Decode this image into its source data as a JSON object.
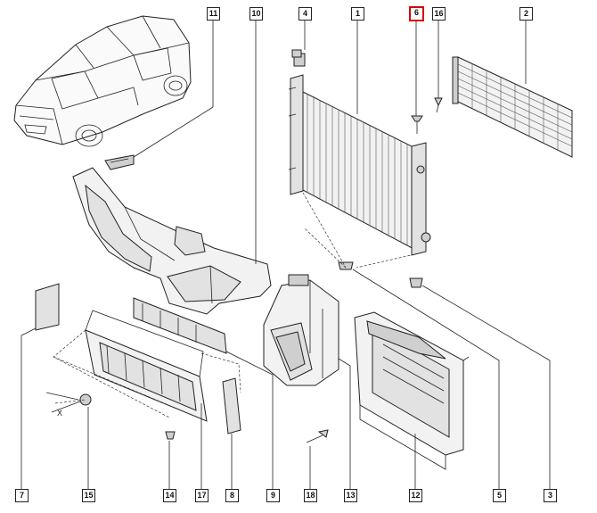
{
  "callouts": [
    {
      "id": "11",
      "label": "11",
      "highlight": false
    },
    {
      "id": "10",
      "label": "10",
      "highlight": false
    },
    {
      "id": "4",
      "label": "4",
      "highlight": false
    },
    {
      "id": "1",
      "label": "1",
      "highlight": false
    },
    {
      "id": "6",
      "label": "6",
      "highlight": true
    },
    {
      "id": "16",
      "label": "16",
      "highlight": false
    },
    {
      "id": "2",
      "label": "2",
      "highlight": false
    },
    {
      "id": "7",
      "label": "7",
      "highlight": false
    },
    {
      "id": "15",
      "label": "15",
      "highlight": false
    },
    {
      "id": "14",
      "label": "14",
      "highlight": false
    },
    {
      "id": "17",
      "label": "17",
      "highlight": false
    },
    {
      "id": "8",
      "label": "8",
      "highlight": false
    },
    {
      "id": "9",
      "label": "9",
      "highlight": false
    },
    {
      "id": "18",
      "label": "18",
      "highlight": false
    },
    {
      "id": "13",
      "label": "13",
      "highlight": false
    },
    {
      "id": "12",
      "label": "12",
      "highlight": false
    },
    {
      "id": "5",
      "label": "5",
      "highlight": false
    },
    {
      "id": "3",
      "label": "3",
      "highlight": false
    }
  ],
  "annotations": {
    "x_mark": "X"
  },
  "colors": {
    "highlight": "#d40000",
    "line": "#222222",
    "background": "#ffffff"
  }
}
